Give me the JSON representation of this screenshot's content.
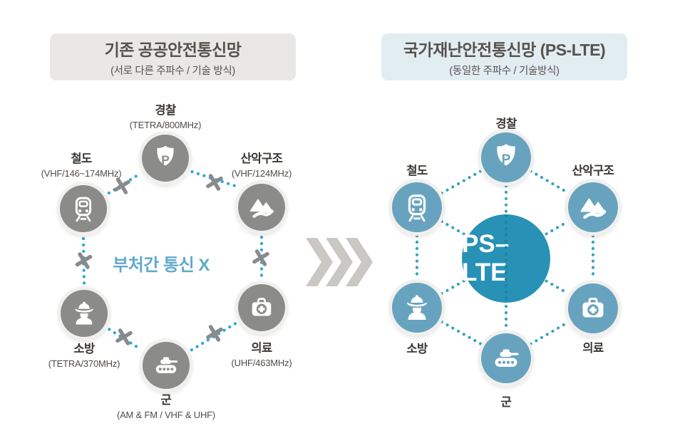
{
  "left_panel": {
    "title": "기존 공공안전통신망",
    "subtitle": "(서로 다른 주파수 / 기술 방식)",
    "center_note": "부처간 통신 X",
    "nodes": [
      {
        "id": "police",
        "label": "경찰",
        "freq": "(TETRA/800MHz)",
        "icon": "police-badge-icon"
      },
      {
        "id": "railway",
        "label": "철도",
        "freq": "(VHF/146~174MHz)",
        "icon": "train-icon"
      },
      {
        "id": "mountain-rescue",
        "label": "산악구조",
        "freq": "(VHF/124MHz)",
        "icon": "mountain-icon"
      },
      {
        "id": "fire",
        "label": "소방",
        "freq": "(TETRA/370MHz)",
        "icon": "firefighter-icon"
      },
      {
        "id": "medical",
        "label": "의료",
        "freq": "(UHF/463MHz)",
        "icon": "medical-kit-icon"
      },
      {
        "id": "military",
        "label": "군",
        "freq": "(AM & FM / VHF & UHF)",
        "icon": "tank-icon"
      }
    ]
  },
  "right_panel": {
    "title": "국가재난안전통신망 (PS-LTE)",
    "subtitle": "(동일한 주파수 / 기술방식)",
    "center_label": "PS–LTE",
    "nodes": [
      {
        "id": "police",
        "label": "경찰",
        "icon": "police-badge-icon"
      },
      {
        "id": "railway",
        "label": "철도",
        "icon": "train-icon"
      },
      {
        "id": "mountain-rescue",
        "label": "산악구조",
        "icon": "mountain-icon"
      },
      {
        "id": "fire",
        "label": "소방",
        "icon": "firefighter-icon"
      },
      {
        "id": "medical",
        "label": "의료",
        "icon": "medical-kit-icon"
      },
      {
        "id": "military",
        "label": "군",
        "icon": "tank-icon"
      }
    ]
  },
  "colors": {
    "left_node": "#8B8B89",
    "right_node": "#67A3BE",
    "ps_lte_circle": "#2792B5",
    "left_dots": "#29A8D9",
    "right_dots": "#38A2C2",
    "x_mark": "#898A8C",
    "center_note_text": "#61A9CB",
    "left_title_bg": "#E9E8E6",
    "right_title_bg": "#E2EDF2",
    "arrow": "#C9C8C5"
  }
}
